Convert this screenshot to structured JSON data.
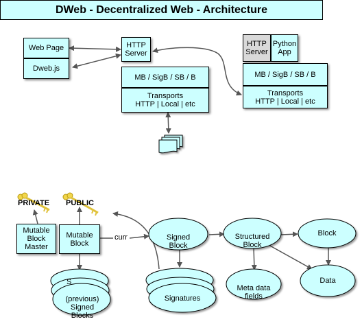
{
  "title": "DWeb  - Decentralized Web - Architecture",
  "top": {
    "web_page": "Web Page",
    "dweb_js": "Dweb.js",
    "http_server": "HTTP\nServer",
    "layers_left": "MB / SigB / SB / B",
    "transports_left": "Transports\nHTTP | Local | etc",
    "http_server_right": "HTTP\nServer",
    "python_app": "Python\nApp",
    "layers_right": "MB / SigB / SB / B",
    "transports_right": "Transports\nHTTP | Local | etc"
  },
  "bottom": {
    "private_key": "PRIVATE",
    "public_key": "PUBLIC",
    "mutable_block_master": "Mutable\nBlock\nMaster",
    "mutable_block": "Mutable\nBlock",
    "curr_label": "curr",
    "signed_block": "Signed\nBlock",
    "structured_block": "Structured\nBlock",
    "block": "Block",
    "data": "Data",
    "meta_data_fields": "Meta data\nfields",
    "signatures": "Signatures",
    "previous_signed_blocks": "(previous)\nSigned\nBlocks",
    "stack_peek_label": "S"
  },
  "colors": {
    "box_fill": "#ccffff",
    "gray_fill": "#d9d9d9",
    "key_gold": "#f2d64b",
    "border": "#000000"
  }
}
